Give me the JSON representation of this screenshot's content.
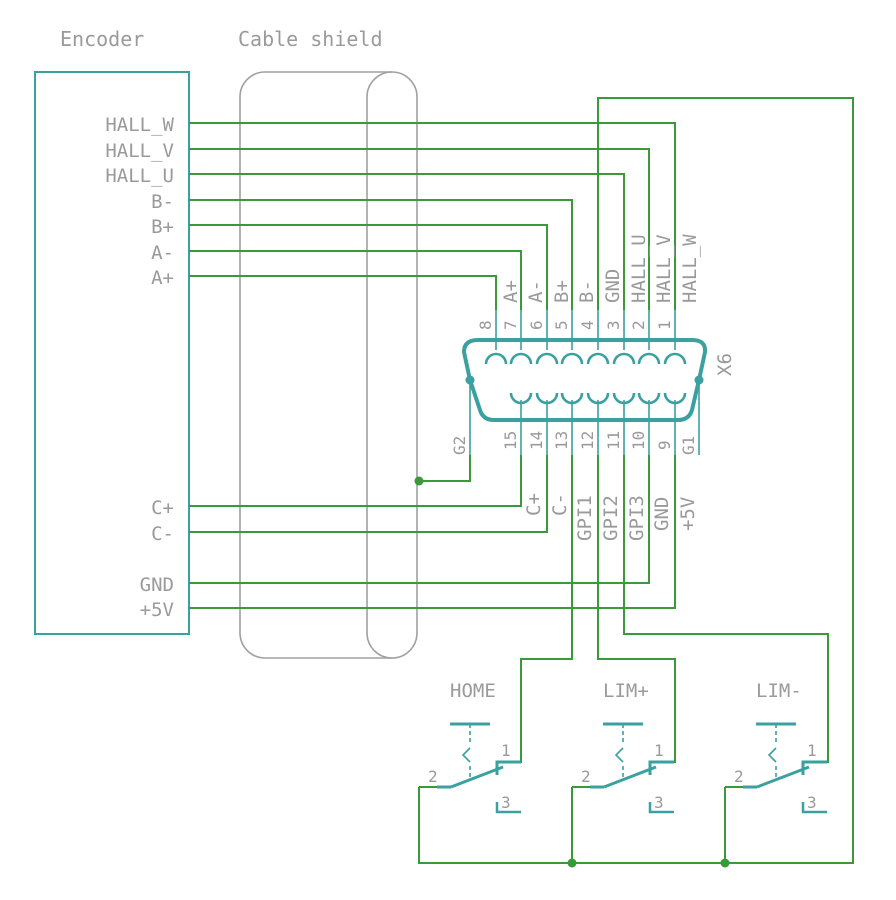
{
  "titles": {
    "encoder": "Encoder",
    "cable_shield": "Cable shield"
  },
  "encoder_pins": [
    "HALL_W",
    "HALL_V",
    "HALL_U",
    "B-",
    "B+",
    "A-",
    "A+",
    "C+",
    "C-",
    "GND",
    "+5V"
  ],
  "connector": {
    "name": "X6",
    "top_pin_numbers": [
      "8",
      "7",
      "6",
      "5",
      "4",
      "3",
      "2",
      "1"
    ],
    "top_signals": [
      "",
      "A+",
      "A-",
      "B+",
      "B-",
      "GND",
      "HALL_U",
      "HALL_V",
      "HALL_W"
    ],
    "bottom_pin_numbers": [
      "15",
      "14",
      "13",
      "12",
      "11",
      "10",
      "9"
    ],
    "bottom_signals": [
      "C+",
      "C-",
      "GPI1",
      "GPI2",
      "GPI3",
      "GND",
      "+5V"
    ],
    "shell_pins": [
      "G2",
      "G1"
    ]
  },
  "switches": [
    {
      "name": "HOME",
      "pins": [
        "1",
        "2",
        "3"
      ]
    },
    {
      "name": "LIM+",
      "pins": [
        "1",
        "2",
        "3"
      ]
    },
    {
      "name": "LIM-",
      "pins": [
        "1",
        "2",
        "3"
      ]
    }
  ],
  "colors": {
    "wire": "#3a9a3a",
    "part": "#3aa0a0",
    "text": "#9a9a9a",
    "shield": "#a0a0a0"
  }
}
